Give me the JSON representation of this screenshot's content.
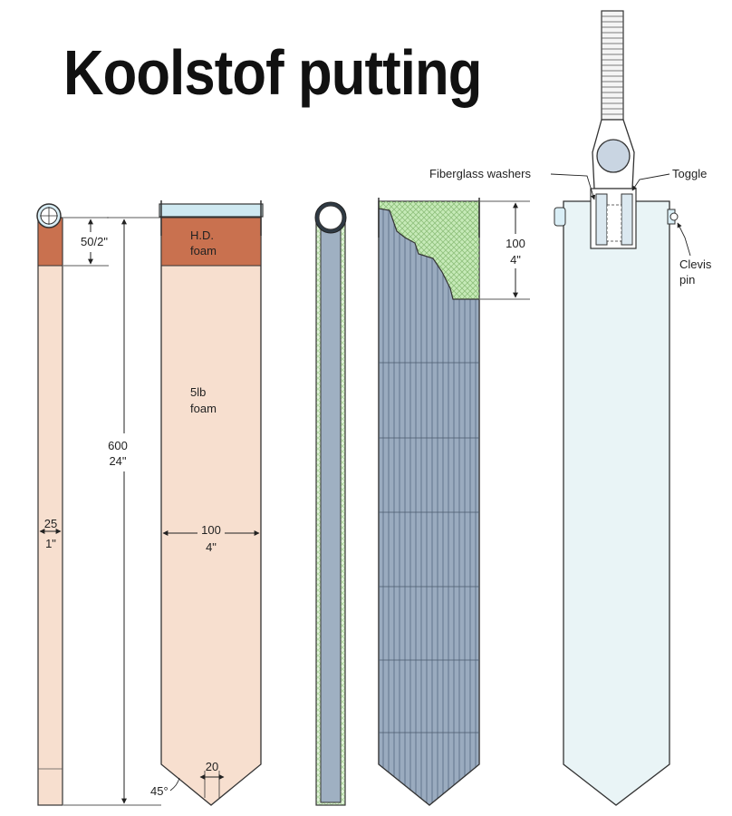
{
  "title": "Koolstof putting",
  "colors": {
    "foam_light": "#f7dfcf",
    "foam_hd": "#c9714f",
    "carbon": "#9fb0c2",
    "fiberglass_green": "#c6eab8",
    "finished_blade": "#e9f4f6",
    "outline": "#222222"
  },
  "side_view": {
    "top_dim": "50/2\"",
    "width_mm": "25",
    "width_in": "1\""
  },
  "front_view": {
    "hd_label": [
      "H.D.",
      "foam"
    ],
    "foam_label": [
      "5lb",
      "foam"
    ],
    "length_mm": "600",
    "length_in": "24\"",
    "width_mm": "100",
    "width_in": "4\"",
    "tip_width": "20",
    "tip_angle": "45°"
  },
  "layup_view": {
    "top_mm": "100",
    "top_in": "4\""
  },
  "assembly_view": {
    "washers_label": "Fiberglass washers",
    "toggle_label": "Toggle",
    "clevis_label": [
      "Clevis",
      "pin"
    ]
  }
}
